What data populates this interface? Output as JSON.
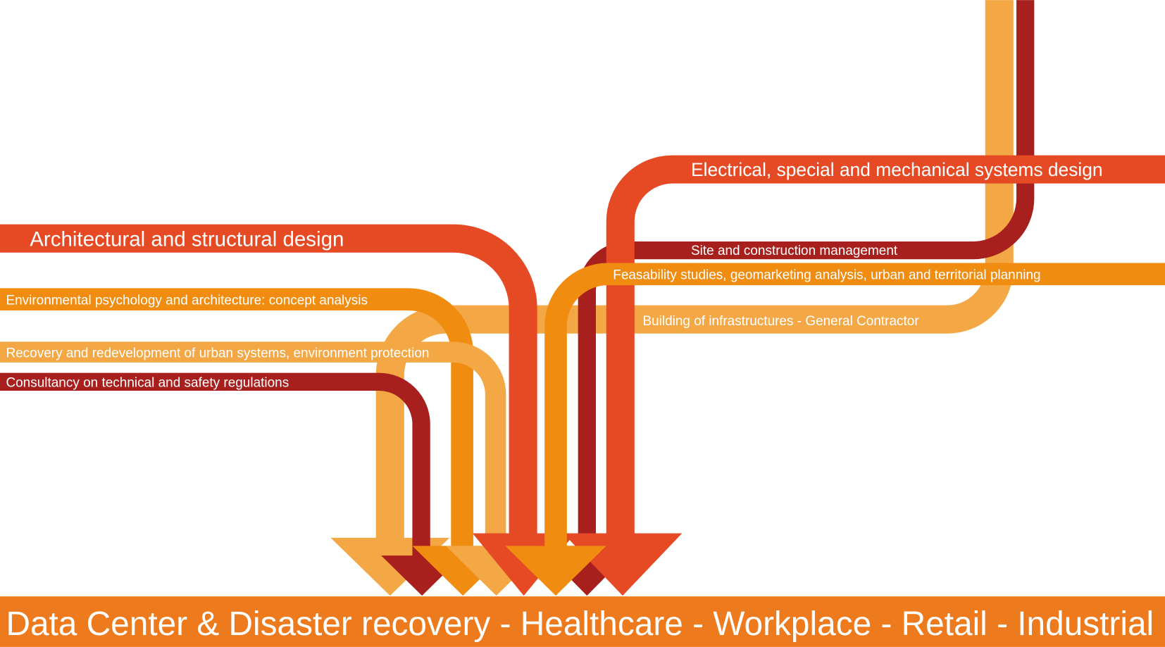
{
  "colors": {
    "red": "#E64A25",
    "dark_red": "#A8201E",
    "orange": "#F08C10",
    "light_orange": "#F4A845",
    "footer": "#EE7A1E",
    "text": "#FFFFFF"
  },
  "services": {
    "architectural": "Architectural and structural design",
    "electrical": "Electrical, special and mechanical systems design",
    "site": "Site and construction management",
    "feasibility": "Feasability studies, geomarketing analysis, urban and territorial planning",
    "building": "Building of infrastructures - General Contractor",
    "environmental": "Environmental psychology and architecture: concept analysis",
    "recovery": "Recovery and redevelopment of urban systems, environment protection",
    "consultancy": "Consultancy on technical and safety regulations"
  },
  "footer": {
    "sectors": "Data Center & Disaster recovery - Healthcare - Workplace - Retail - Industrial"
  }
}
